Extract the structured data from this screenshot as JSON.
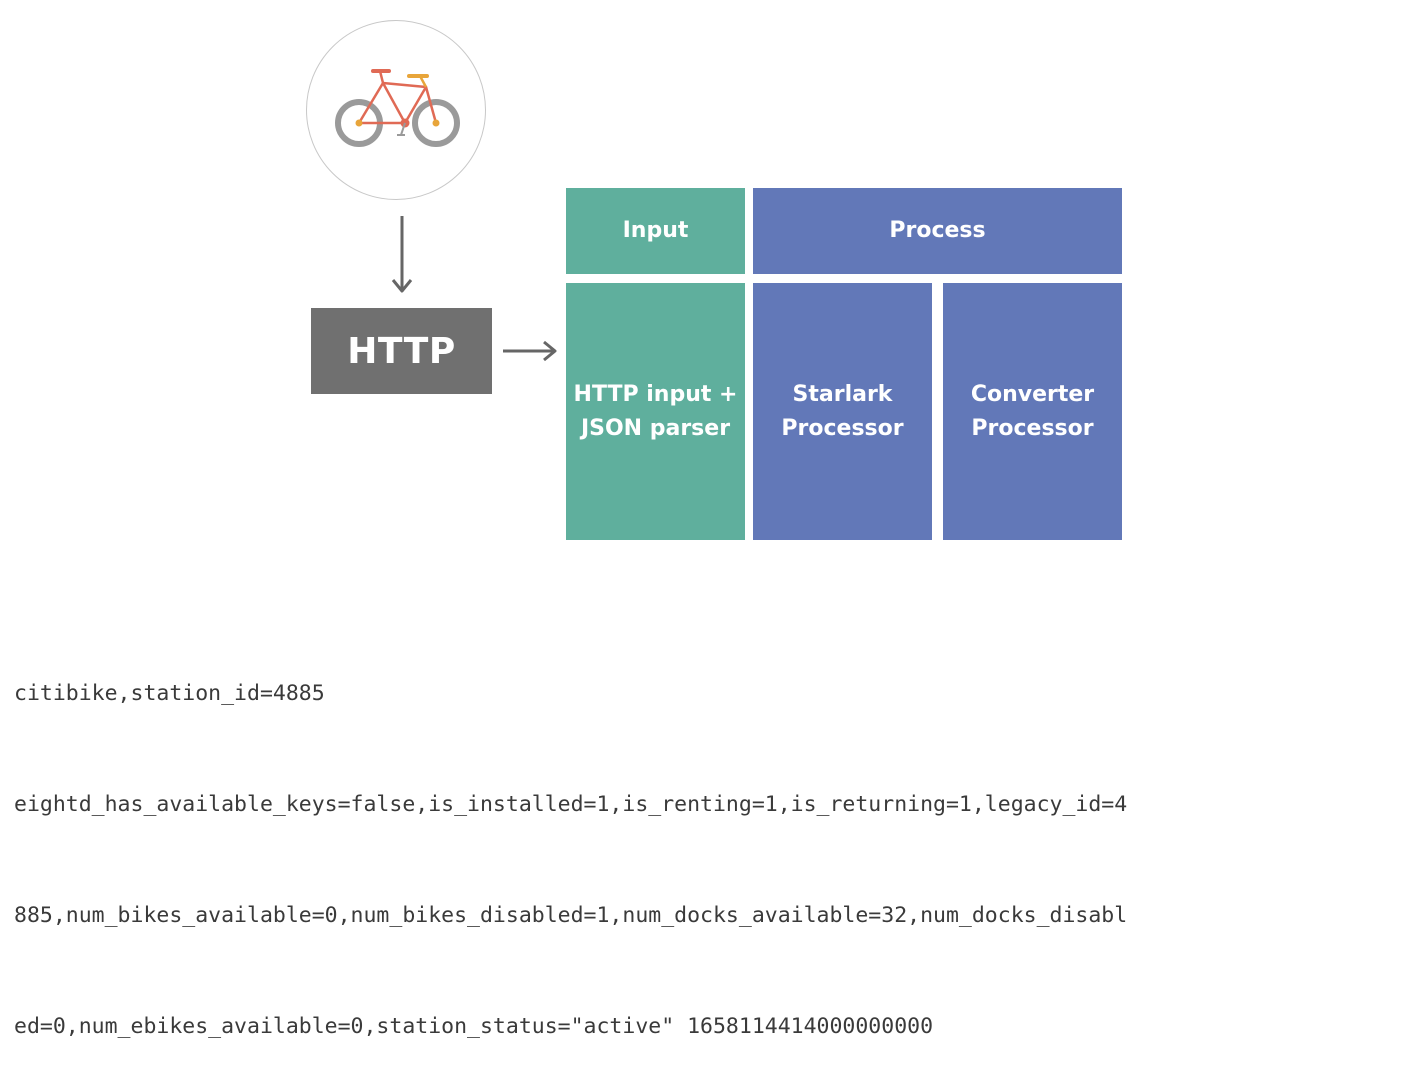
{
  "icons": {
    "bicycle": "bicycle-icon",
    "arrow_down": "arrow-down-icon",
    "arrow_right": "arrow-right-icon"
  },
  "colors": {
    "input": "#5faf9d",
    "process": "#6278b8",
    "http": "#707070",
    "arrow": "#666666",
    "bike_frame": "#e06a55",
    "bike_accent": "#e8a53a",
    "bike_wheel": "#9a9a9a"
  },
  "http": {
    "label": "HTTP"
  },
  "pipeline": {
    "input_header": "Input",
    "process_header": "Process",
    "input_plugin": {
      "line1": "HTTP input +",
      "line2": "JSON parser"
    },
    "processors": [
      {
        "line1": "Starlark",
        "line2": "Processor"
      },
      {
        "line1": "Converter",
        "line2": "Processor"
      }
    ]
  },
  "output_lines": [
    "citibike,station_id=4885",
    "eightd_has_available_keys=false,is_installed=1,is_renting=1,is_returning=1,legacy_id=4",
    "885,num_bikes_available=0,num_bikes_disabled=1,num_docks_available=32,num_docks_disabl",
    "ed=0,num_ebikes_available=0,station_status=\"active\" 1658114414000000000"
  ]
}
